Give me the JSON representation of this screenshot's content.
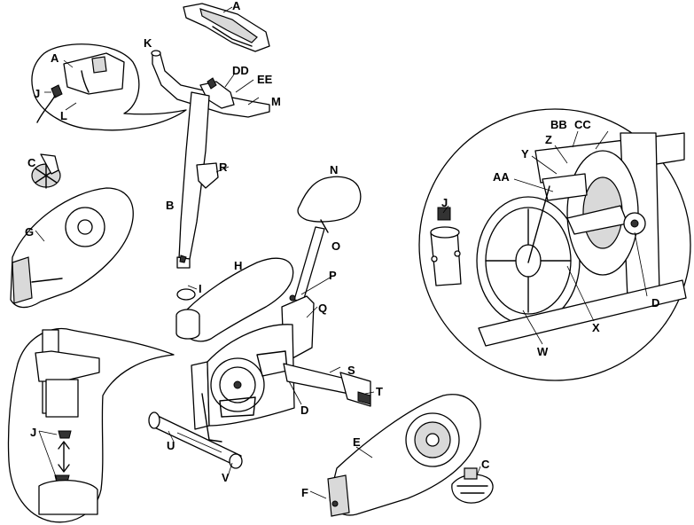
{
  "labels": {
    "A_console": "A",
    "K": "K",
    "DD": "DD",
    "EE": "EE",
    "M": "M",
    "A_inset": "A",
    "J_inset": "J",
    "L": "L",
    "C_left": "C",
    "G": "G",
    "R": "R",
    "B": "B",
    "N": "N",
    "O": "O",
    "H": "H",
    "I": "I",
    "P": "P",
    "Q": "Q",
    "S": "S",
    "T": "T",
    "D_main": "D",
    "U": "U",
    "V": "V",
    "E": "E",
    "F": "F",
    "C_right": "C",
    "J_lower": "J",
    "BB": "BB",
    "CC": "CC",
    "Z": "Z",
    "Y": "Y",
    "AA": "AA",
    "J_circle": "J",
    "D_circle": "D",
    "X": "X",
    "W": "W"
  }
}
